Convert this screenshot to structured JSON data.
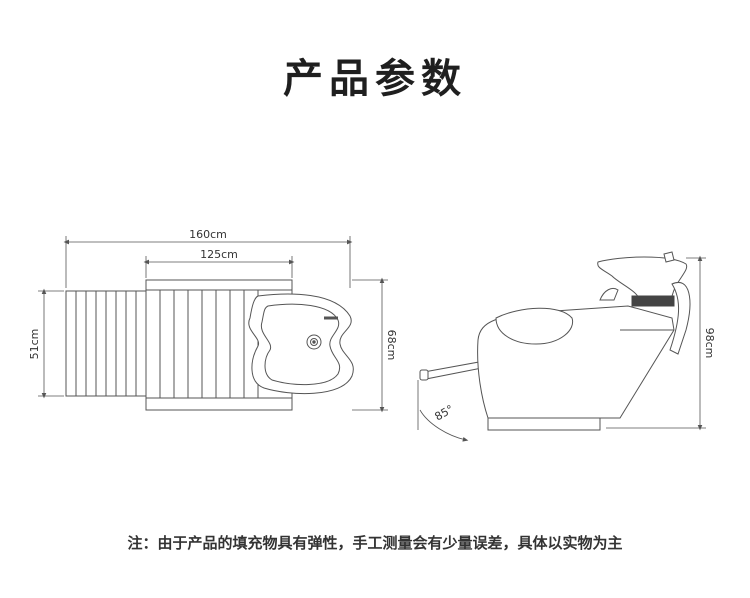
{
  "title": "产品参数",
  "dimensions": {
    "total_length": "160cm",
    "body_length": "125cm",
    "width": "51cm",
    "depth": "68cm",
    "height": "98cm",
    "angle": "85°"
  },
  "colors": {
    "line": "#555555",
    "text": "#2b2b2b"
  },
  "note": "注：由于产品的填充物具有弹性，手工测量会有少量误差，具体以实物为主"
}
